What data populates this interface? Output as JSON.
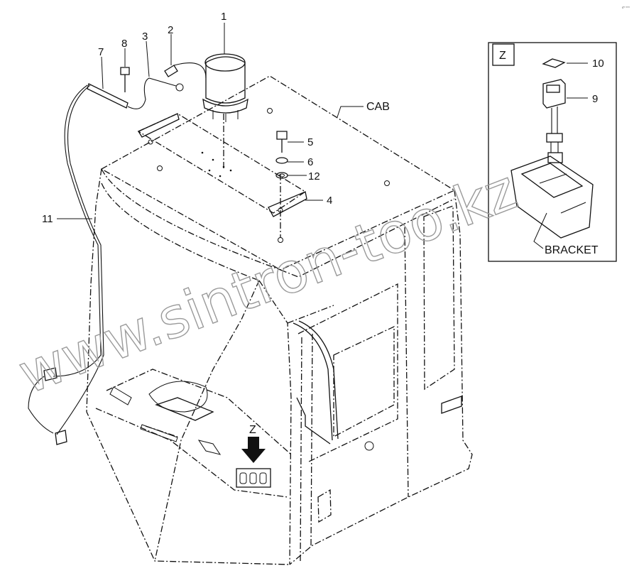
{
  "corner_mark": "sᴺ ᴰᴰᴰ",
  "callouts": {
    "c1": "1",
    "c2": "2",
    "c3": "3",
    "c4": "4",
    "c5": "5",
    "c6": "6",
    "c7": "7",
    "c8": "8",
    "c9": "9",
    "c10": "10",
    "c11": "11",
    "c12": "12"
  },
  "labels": {
    "cab": "CAB",
    "bracket": "BRACKET",
    "detail_z": "Z",
    "view_z": "Z"
  },
  "watermark": "www.sintron-too.kz"
}
